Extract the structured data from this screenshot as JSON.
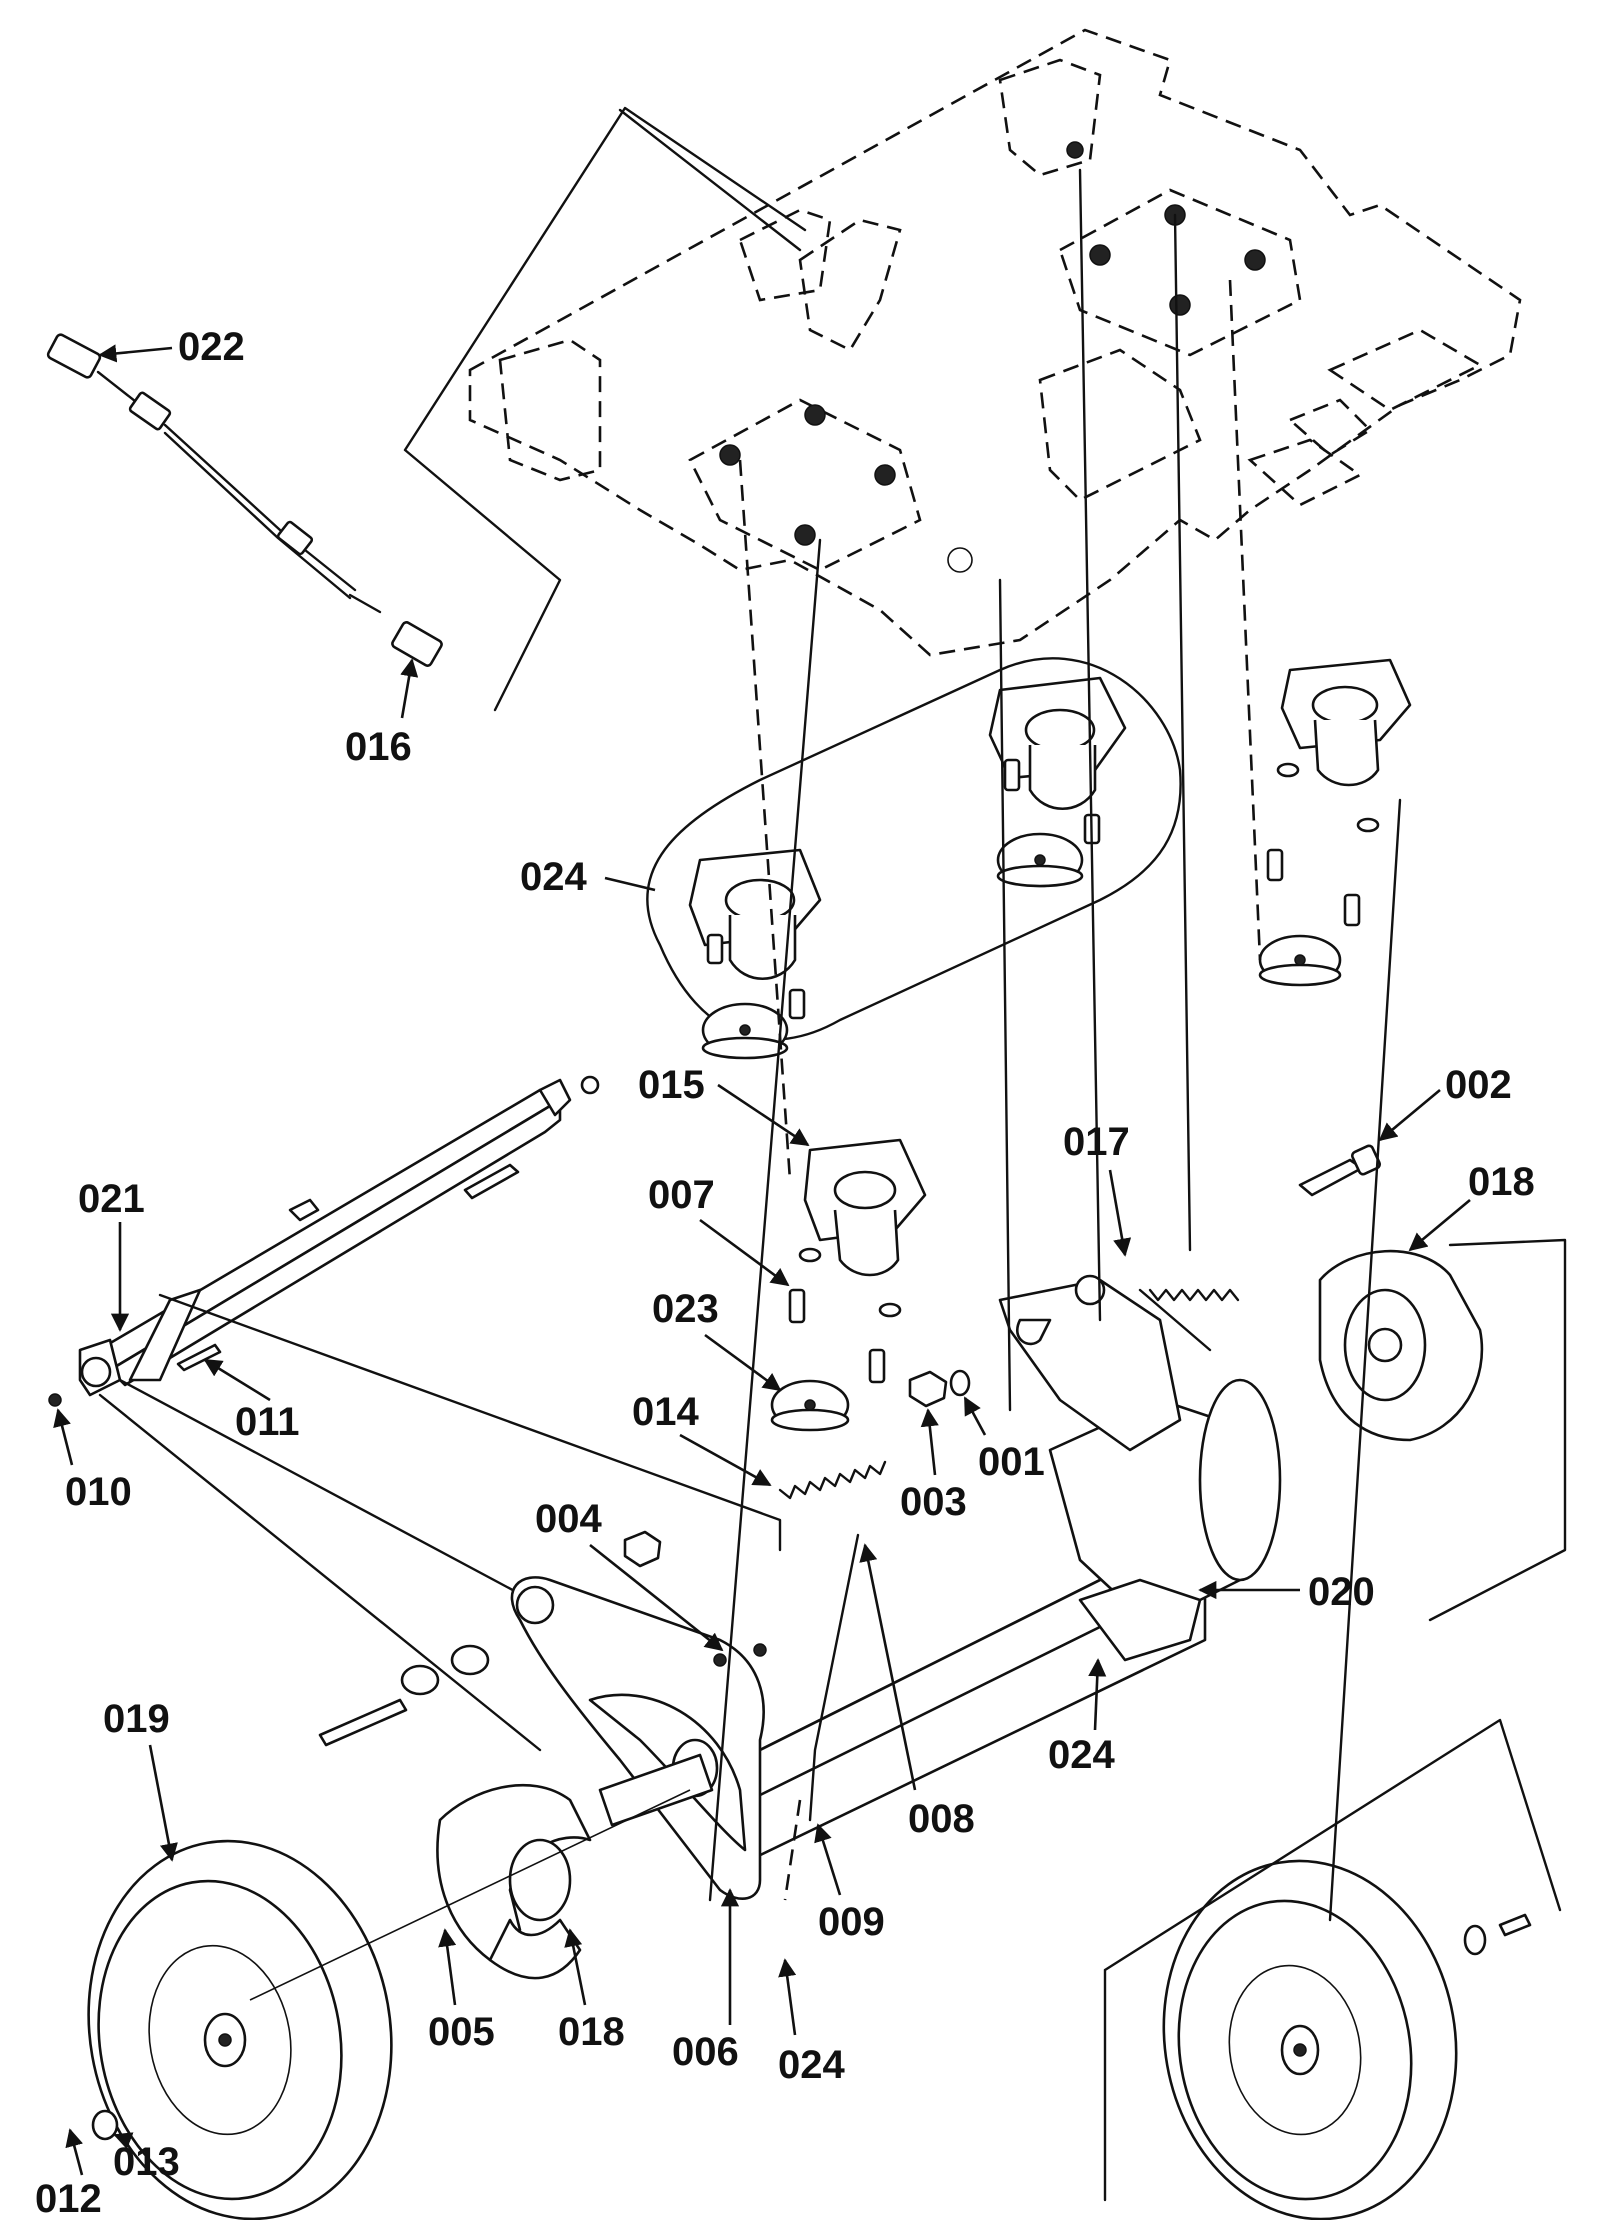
{
  "callouts": [
    {
      "id": "c022",
      "label": "022"
    },
    {
      "id": "c016",
      "label": "016"
    },
    {
      "id": "c024a",
      "label": "024"
    },
    {
      "id": "c015",
      "label": "015"
    },
    {
      "id": "c002",
      "label": "002"
    },
    {
      "id": "c017",
      "label": "017"
    },
    {
      "id": "c018a",
      "label": "018"
    },
    {
      "id": "c021",
      "label": "021"
    },
    {
      "id": "c007",
      "label": "007"
    },
    {
      "id": "c023",
      "label": "023"
    },
    {
      "id": "c011",
      "label": "011"
    },
    {
      "id": "c014",
      "label": "014"
    },
    {
      "id": "c010",
      "label": "010"
    },
    {
      "id": "c003",
      "label": "003"
    },
    {
      "id": "c001",
      "label": "001"
    },
    {
      "id": "c004",
      "label": "004"
    },
    {
      "id": "c020",
      "label": "020"
    },
    {
      "id": "c024b",
      "label": "024"
    },
    {
      "id": "c019",
      "label": "019"
    },
    {
      "id": "c008",
      "label": "008"
    },
    {
      "id": "c009",
      "label": "009"
    },
    {
      "id": "c005",
      "label": "005"
    },
    {
      "id": "c018b",
      "label": "018"
    },
    {
      "id": "c006",
      "label": "006"
    },
    {
      "id": "c024c",
      "label": "024"
    },
    {
      "id": "c012",
      "label": "012"
    },
    {
      "id": "c013",
      "label": "013"
    }
  ]
}
